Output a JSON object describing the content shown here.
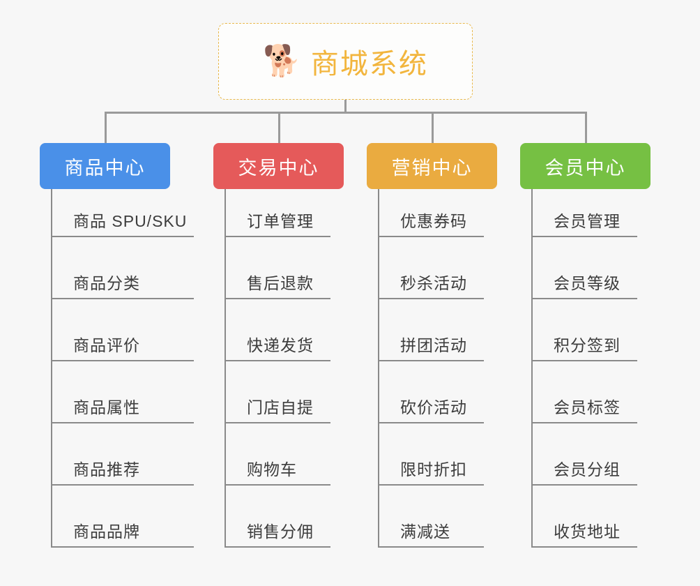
{
  "diagram": {
    "type": "mind-map",
    "background_color": "#f7f7f7",
    "root": {
      "icon": "shiba-dog-face-emoji",
      "icon_glyph": "🐕",
      "title": "商城系统",
      "border_color": "#e8b84b",
      "text_color": "#f2b53d"
    },
    "connector_color": "#9a9a9a",
    "branches": [
      {
        "label": "商品中心",
        "color": "#4a90e8",
        "items": [
          "商品 SPU/SKU",
          "商品分类",
          "商品评价",
          "商品属性",
          "商品推荐",
          "商品品牌"
        ]
      },
      {
        "label": "交易中心",
        "color": "#e55a5a",
        "items": [
          "订单管理",
          "售后退款",
          "快递发货",
          "门店自提",
          "购物车",
          "销售分佣"
        ]
      },
      {
        "label": "营销中心",
        "color": "#eaab40",
        "items": [
          "优惠券码",
          "秒杀活动",
          "拼团活动",
          "砍价活动",
          "限时折扣",
          "满减送"
        ]
      },
      {
        "label": "会员中心",
        "color": "#76c043",
        "items": [
          "会员管理",
          "会员等级",
          "积分签到",
          "会员标签",
          "会员分组",
          "收货地址"
        ]
      }
    ]
  }
}
